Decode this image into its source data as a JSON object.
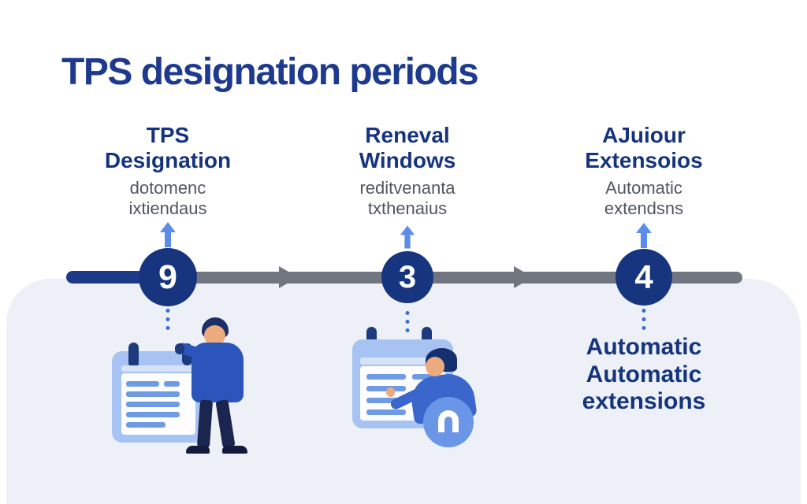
{
  "title": "TPS designation periods",
  "columns": [
    {
      "id": "tps-designation",
      "heading_lines": [
        "TPS",
        "Designation"
      ],
      "sub_lines": [
        "dotomenc",
        "ixtiendaus"
      ],
      "milestone": "9"
    },
    {
      "id": "renewal-windows",
      "heading_lines": [
        "Reneval",
        "Windows"
      ],
      "sub_lines": [
        "reditvenanta",
        "txthenaius"
      ],
      "milestone": "3"
    },
    {
      "id": "automatic-extensions",
      "heading_lines": [
        "AJuiour",
        "Extensoios"
      ],
      "sub_lines": [
        "Automatic",
        "extendsns"
      ],
      "milestone": "4"
    }
  ],
  "footer_text": {
    "line1": "Automatic",
    "line2": "Automatic",
    "line3": "extensions"
  },
  "icons": {
    "up_arrow": "up-arrow-icon",
    "timeline_arrowhead": "right-arrowhead-icon",
    "badge": "n-badge-icon"
  },
  "colors": {
    "title_navy": "#1e3a8f",
    "heading_navy": "#16347e",
    "milestone_navy": "#17357e",
    "accent_blue": "#5c8ce9",
    "timeline_gray": "#70757f",
    "panel_light": "#edf1f7",
    "illustration_blue": "#2b55bb",
    "calendar_blue": "#a6c3f1",
    "subtitle_gray": "#51565e"
  }
}
